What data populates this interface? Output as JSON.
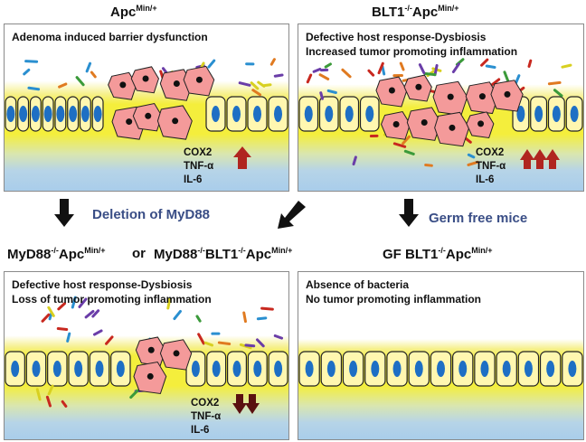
{
  "titles": {
    "top_left": {
      "base": "Apc",
      "sup": "Min/+"
    },
    "top_right": {
      "base1": "BLT1",
      "sup1": "-/-",
      "base2": "Apc",
      "sup2": "Min/+"
    },
    "bottom_left_a": {
      "base1": "MyD88",
      "sup1": "-/-",
      "base2": "Apc",
      "sup2": "Min/+"
    },
    "bottom_or": "or",
    "bottom_left_b": {
      "base1": "MyD88",
      "sup1": "-/-",
      "base2": "BLT1",
      "sup2": "-/-",
      "base3": "Apc",
      "sup3": "Min/+"
    },
    "bottom_right": {
      "base1": "GF BLT1",
      "sup1": "-/-",
      "base2": "Apc",
      "sup2": "Min/+"
    }
  },
  "panels": {
    "top_left": {
      "line1": "Adenoma induced barrier dysfunction",
      "line2": ""
    },
    "top_right": {
      "line1": "Defective host response-Dysbiosis",
      "line2": "Increased tumor promoting inflammation"
    },
    "bottom_left": {
      "line1": "Defective host response-Dysbiosis",
      "line2": "Loss of tumor promoting inflammation"
    },
    "bottom_right": {
      "line1": "Absence of bacteria",
      "line2": "No tumor promoting inflammation"
    }
  },
  "markers": {
    "cox2": "COX2",
    "tnf": "TNF-α",
    "il6": "IL-6"
  },
  "links": {
    "myd88": "Deletion of MyD88",
    "germfree": "Germ free mice"
  },
  "colors": {
    "up_arrow": "#b0251f",
    "down_arrow": "#5a1010",
    "link_text": "#3a4e86",
    "cell_fill": "#fff7b0",
    "nucleus": "#1e6fc4",
    "tumor_cell": "#f49a9a",
    "mucus_yellow": "#f4ee3c",
    "lumen_blue": "#a9cdea"
  }
}
